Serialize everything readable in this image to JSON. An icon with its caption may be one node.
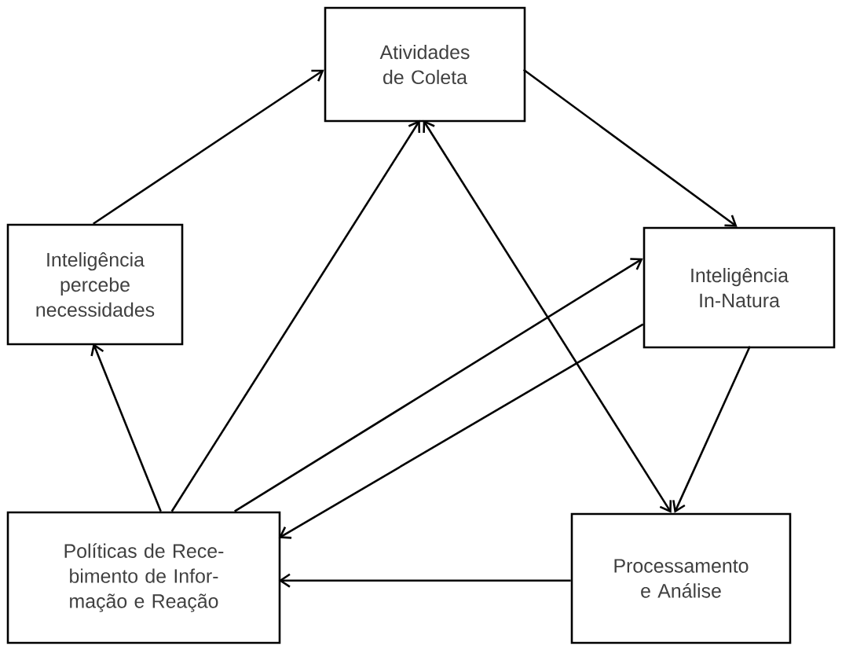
{
  "diagram": {
    "nodes": [
      {
        "text": [
          "Atividades de Coleta"
        ]
      },
      {
        "text": [
          "Inteligência percebe necessidades"
        ]
      },
      {
        "text": [
          "Inteligência In-Natura"
        ]
      },
      {
        "text": [
          "Políticas de Rece- bimento de Infor- mação e Reação"
        ]
      },
      {
        "text": [
          "Processamento e Análise"
        ]
      }
    ],
    "edges": [
      {
        "from": 1,
        "to": 0,
        "arrow": "to"
      },
      {
        "from": 0,
        "to": 2,
        "arrow": "to"
      },
      {
        "from": 0,
        "to": 4,
        "arrow": "both"
      },
      {
        "from": 3,
        "to": 0,
        "arrow": "to"
      },
      {
        "from": 3,
        "to": 1,
        "arrow": "to"
      },
      {
        "from": 3,
        "to": 2,
        "arrow": "to"
      },
      {
        "from": 2,
        "to": 3,
        "arrow": "to"
      },
      {
        "from": 2,
        "to": 4,
        "arrow": "to"
      },
      {
        "from": 4,
        "to": 3,
        "arrow": "to"
      }
    ]
  }
}
